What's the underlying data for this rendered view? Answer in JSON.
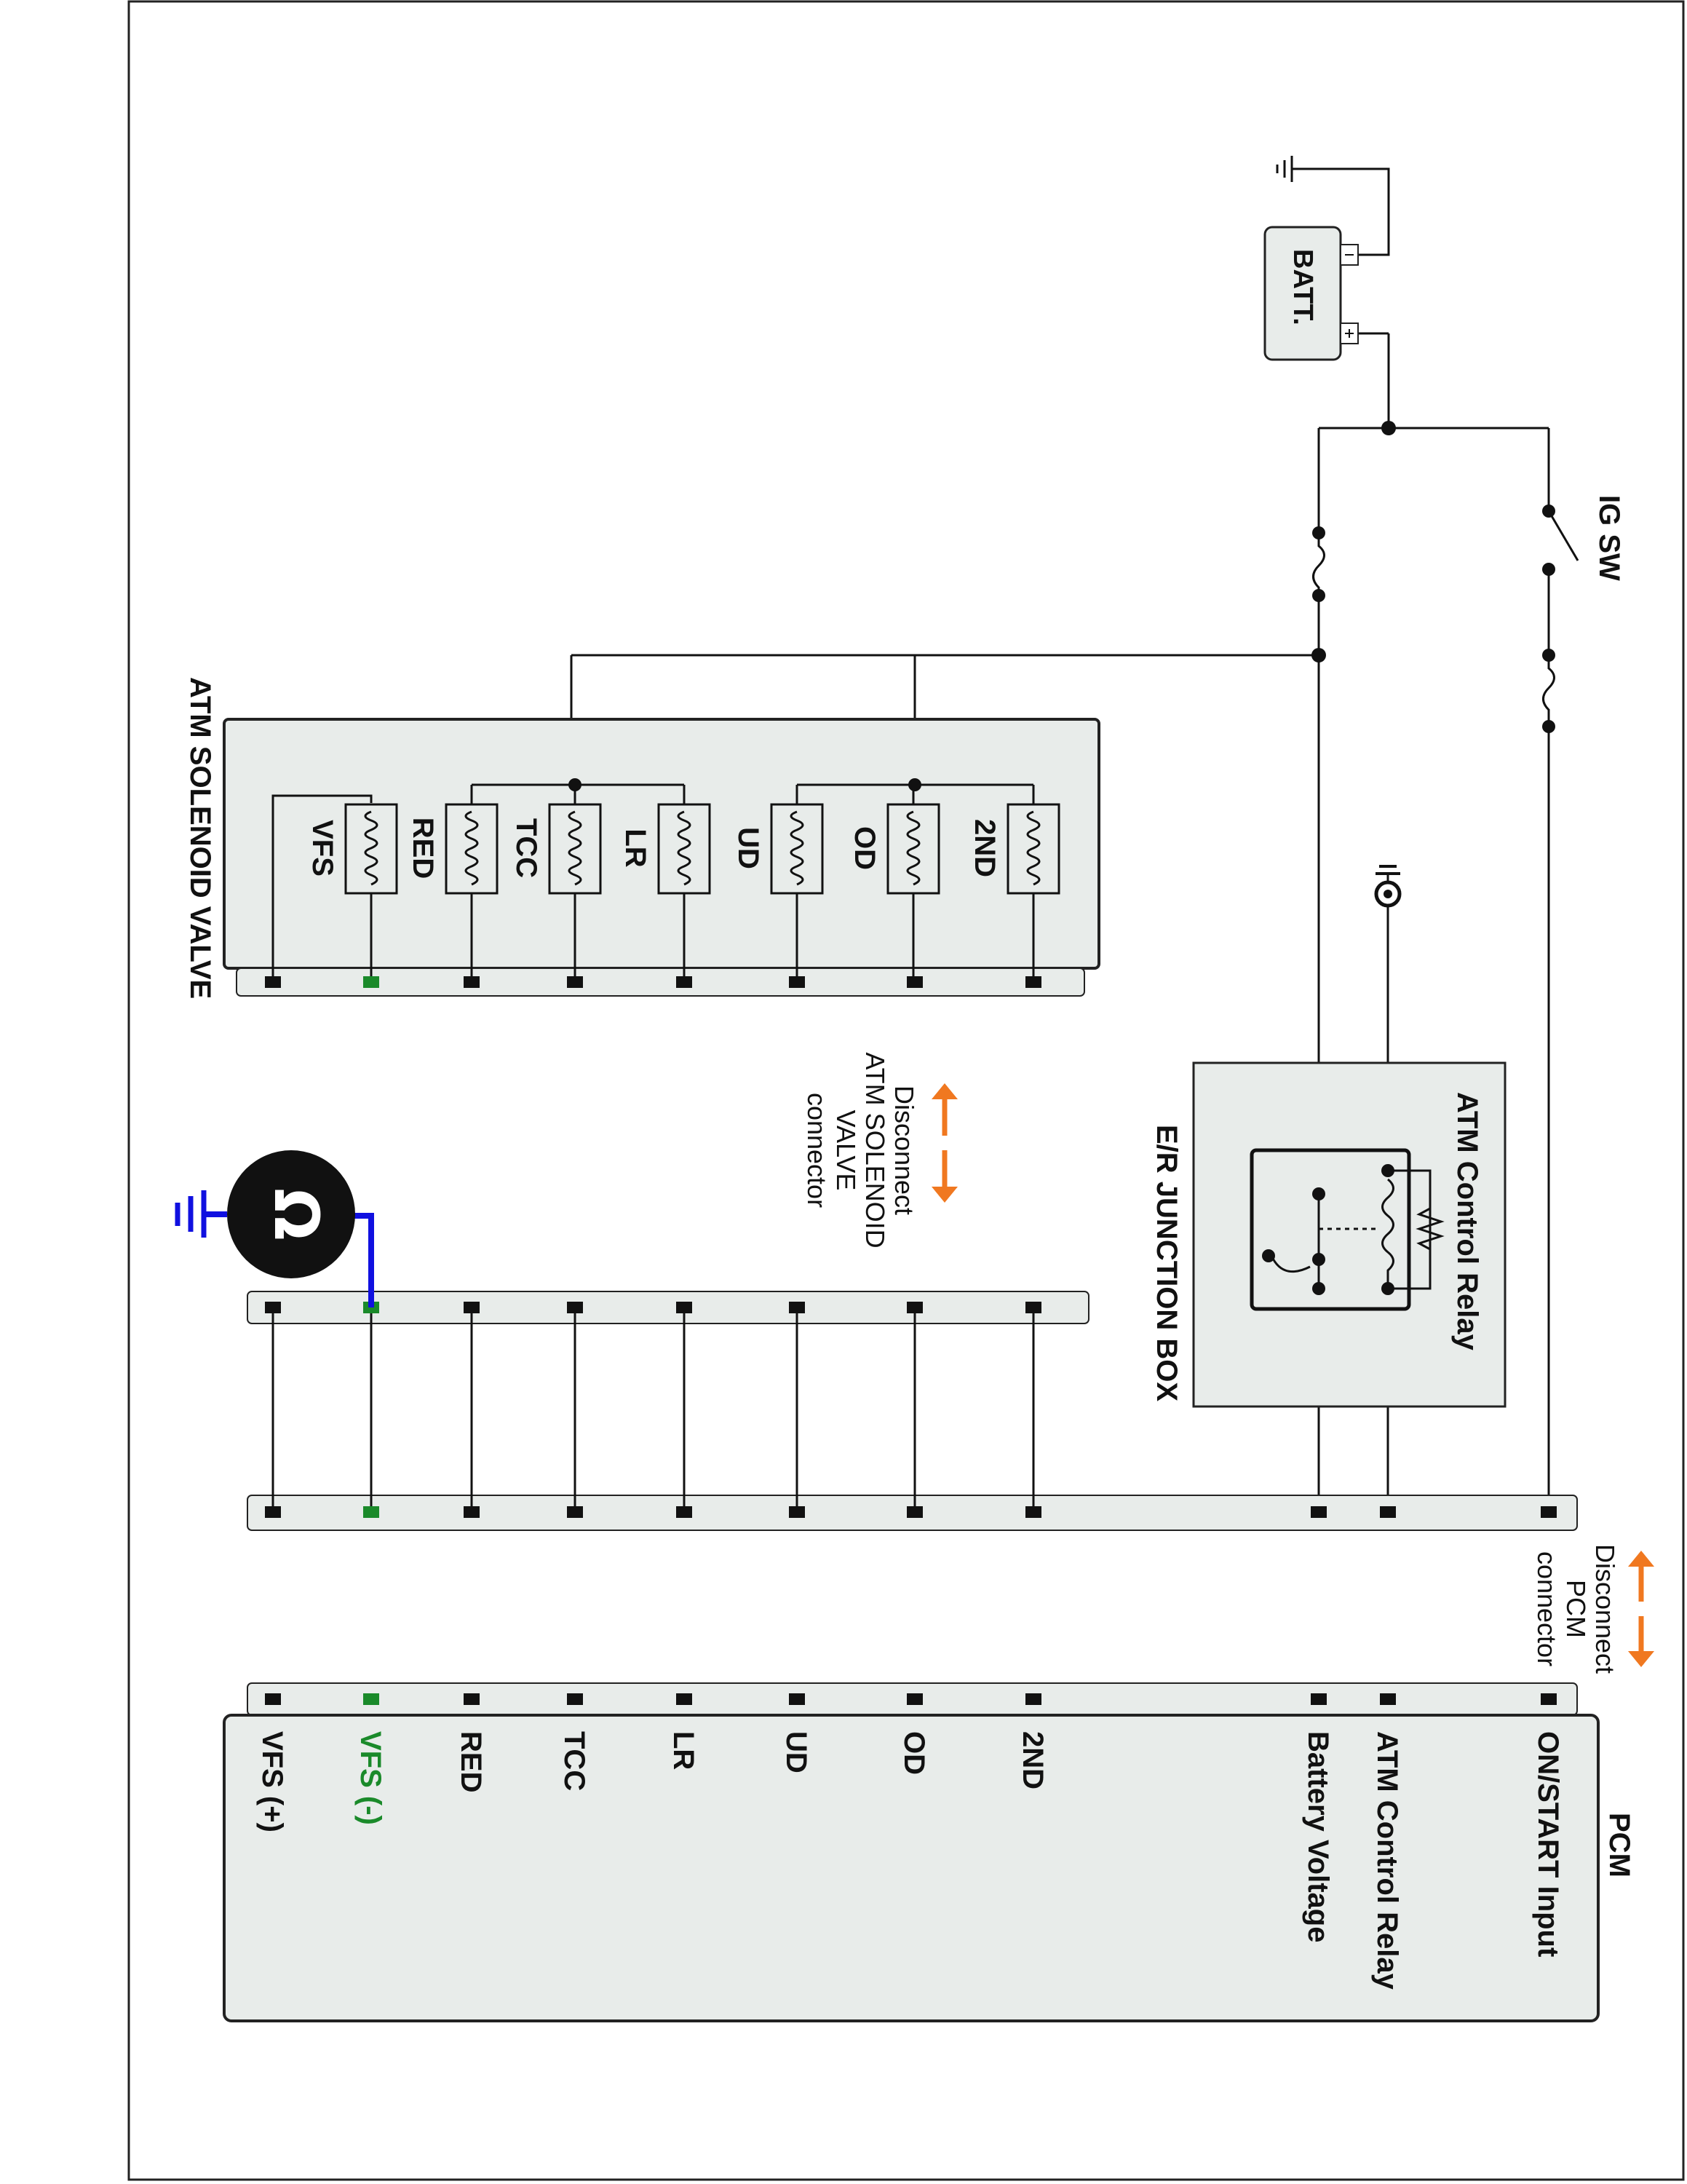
{
  "labels": {
    "ig_sw": "IG SW",
    "batt": "BATT.",
    "solenoid_valve": "ATM SOLENOID VALVE",
    "relay": "ATM Control Relay",
    "junction_box": "E/R JUNCTION BOX",
    "pcm": "PCM",
    "disconnect_sol": [
      "Disconnect",
      "ATM SOLENOID",
      "VALVE",
      "connector"
    ],
    "disconnect_pcm": [
      "Disconnect",
      "PCM",
      "connector"
    ]
  },
  "solenoids": [
    "VFS",
    "RED",
    "TCC",
    "LR",
    "UD",
    "OD",
    "2ND"
  ],
  "pcm_pins": [
    "VFS (+)",
    "VFS (-)",
    "RED",
    "TCC",
    "LR",
    "UD",
    "OD",
    "2ND",
    "Battery Voltage",
    "ATM Control Relay",
    "ON/START Input"
  ],
  "colors": {
    "wire": "#111111",
    "panel": "#e8ecea",
    "highlight_pin": "#1a8a2a",
    "highlight_text": "#1a8a2a",
    "meter_lead": "#1010e0",
    "arrow": "#f07820"
  },
  "icons": {
    "meter": "ohmmeter-icon",
    "ground": "ground-icon"
  }
}
